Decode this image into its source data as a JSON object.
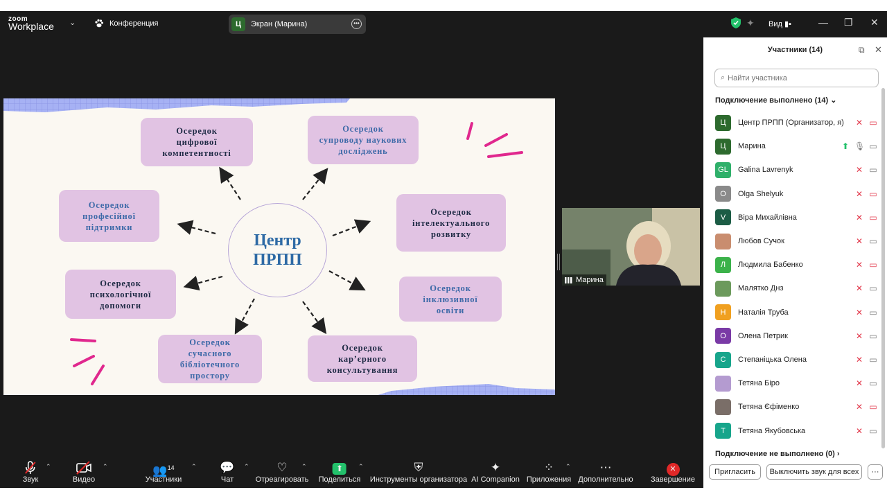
{
  "app": {
    "logo_top": "zoom",
    "logo_bottom": "Workplace",
    "meeting_label": "Конференция",
    "share_avatar": "Ц",
    "share_label": "Экран (Марина)",
    "view_label": "Вид"
  },
  "slide": {
    "center": "Центр\nПРПП",
    "boxes": [
      {
        "text": "Осередок\nцифрової\nкомпетентності"
      },
      {
        "text": "Осередок\nсупроводу наукових\nдосліджень"
      },
      {
        "text": "Осередок\nпрофесійної\nпідтримки"
      },
      {
        "text": "Осередок\nінтелектуального\nрозвитку"
      },
      {
        "text": "Осередок\nпсихологічної\nдопомоги"
      },
      {
        "text": "Осередок\nінклюзивної\nосвіти"
      },
      {
        "text": "Осередок\nсучасного\nбібліотечного\nпростору"
      },
      {
        "text": "Осередок\nкар’єрного\nконсультування"
      }
    ]
  },
  "self_view": {
    "name": "Марина"
  },
  "participants": {
    "title": "Участники (14)",
    "search_placeholder": "Найти участника",
    "connected": "Подключение выполнено (14)",
    "not_connected": "Подключение не выполнено (0)",
    "list": [
      {
        "initials": "Ц",
        "name": "Центр ПРПП (Организатор, я)",
        "color": "#2d6a2e"
      },
      {
        "initials": "Ц",
        "name": "Марина",
        "color": "#2d6a2e"
      },
      {
        "initials": "GL",
        "name": "Galina Lavrenyk",
        "color": "#2fb06a"
      },
      {
        "initials": "O",
        "name": "Olga Shelyuk",
        "color": "#8a8a8a"
      },
      {
        "initials": "V",
        "name": "Віра Михайлівна",
        "color": "#1c5c45"
      },
      {
        "initials": "",
        "name": "Любов Сучок",
        "color": "#c98d6f"
      },
      {
        "initials": "Л",
        "name": "Людмила Бабенко",
        "color": "#3bb24a"
      },
      {
        "initials": "",
        "name": "Малятко Днз",
        "color": "#6c9a5c"
      },
      {
        "initials": "Н",
        "name": "Наталія Труба",
        "color": "#f0a020"
      },
      {
        "initials": "О",
        "name": "Олена Петрик",
        "color": "#7a3aa6"
      },
      {
        "initials": "С",
        "name": "Степаніцька Олена",
        "color": "#17a58b"
      },
      {
        "initials": "",
        "name": "Тетяна Біро",
        "color": "#b49bd0"
      },
      {
        "initials": "",
        "name": "Тетяна Єфіменко",
        "color": "#7a6e68"
      },
      {
        "initials": "Т",
        "name": "Тетяна Якубовська",
        "color": "#17a58b"
      }
    ],
    "invite": "Пригласить",
    "mute_all": "Выключить звук для всех",
    "more": "···"
  },
  "toolbar": {
    "audio": "Звук",
    "video": "Видео",
    "participants": "Участники",
    "participants_count": "14",
    "chat": "Чат",
    "react": "Отреагировать",
    "share": "Поделиться",
    "host_tools": "Инструменты организатора",
    "companion": "AI Companion",
    "apps": "Приложения",
    "more": "Дополнительно",
    "end": "Завершение"
  },
  "colors": {
    "share_green": "#23c16b",
    "end_red": "#e02828",
    "accent": "#0b5cff"
  }
}
